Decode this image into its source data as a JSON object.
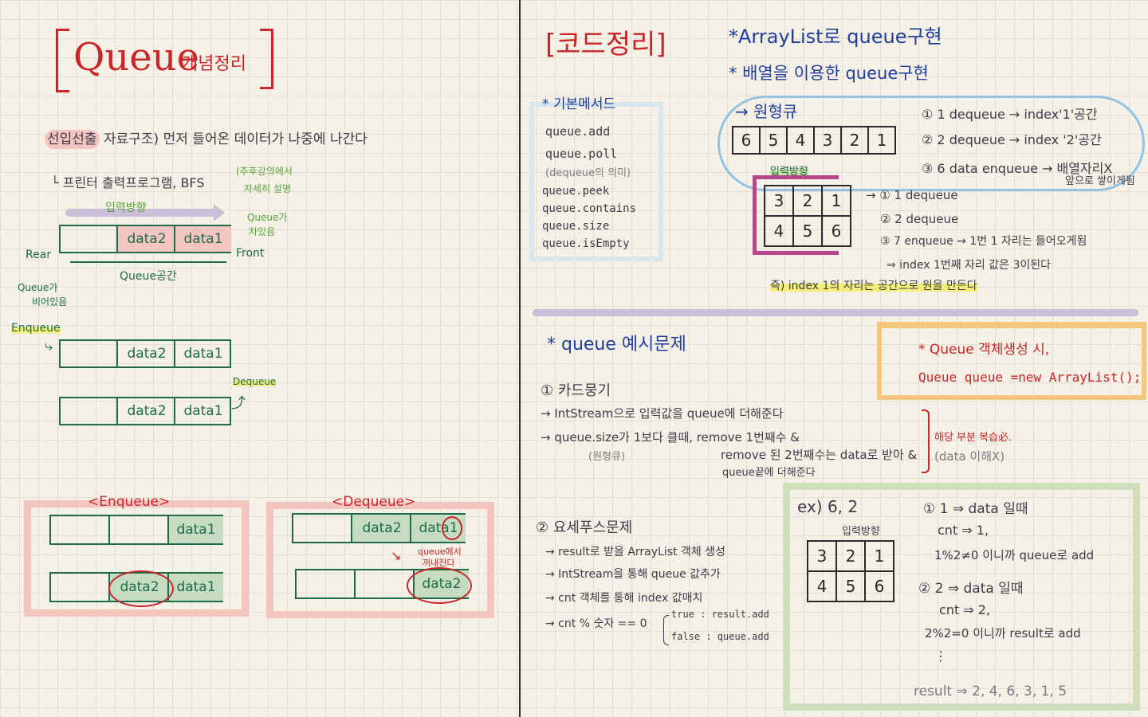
{
  "left": {
    "title": {
      "main": "Queue",
      "sub": "개념정리"
    },
    "definition": {
      "highlight": "선입선출",
      "rest": "자료구조) 먼저 들어온 데이터가 나중에 나간다",
      "usage": "└ 프린터 출력프로그램, BFS",
      "usage_note_line1": "(추후강의에서",
      "usage_note_line2": "자세히 설명"
    },
    "diagram1": {
      "direction_label": "입력방향",
      "cells": [
        "",
        "data2",
        "data1"
      ],
      "rear": "Rear",
      "front": "Front",
      "space": "Queue공간",
      "full_note_line1": "Queue가",
      "full_note_line2": "차있음",
      "empty_note_line1": "Queue가",
      "empty_note_line2": "비어있음"
    },
    "diagram2": {
      "label": "Enqueue",
      "cells": [
        "",
        "data2",
        "data1"
      ]
    },
    "diagram3": {
      "label": "Dequeue",
      "cells": [
        "",
        "data2",
        "data1"
      ]
    },
    "enqueue_panel": {
      "title": "<Enqueue>",
      "row1": [
        "",
        "",
        "data1"
      ],
      "row2": [
        "",
        "data2",
        "data1"
      ]
    },
    "dequeue_panel": {
      "title": "<Dequeue>",
      "row1": [
        "",
        "data2",
        "data1"
      ],
      "row2": [
        "",
        "",
        "data2"
      ],
      "note_line1": "queue에서",
      "note_line2": "꺼내진다"
    }
  },
  "right": {
    "title": "[코드정리]",
    "arraylist_title": "*ArrayList로 queue구현",
    "array_title": "* 배열을 이용한 queue구현",
    "circular": {
      "label": "→ 원형큐",
      "array": [
        "6",
        "5",
        "4",
        "3",
        "2",
        "1"
      ],
      "direction_label": "입력방향",
      "grid": [
        [
          "3",
          "2",
          "1"
        ],
        [
          "4",
          "5",
          "6"
        ]
      ],
      "notes": [
        "① 1 dequeue → index'1'공간",
        "② 2 dequeue → index '2'공간",
        "③ 6 data enqueue → 배열자리X",
        "앞으로 쌓이게됨"
      ],
      "grid_notes": [
        "→ ① 1 dequeue",
        "② 2 dequeue",
        "③ 7 enqueue → 1번 1 자리는 들어오게됨",
        "⇒ index 1번째 자리 값은 3이된다"
      ],
      "conclusion": "즉) index 1의 자리는 공간으로 원을 만든다"
    },
    "methods": {
      "title": "* 기본메서드",
      "items": [
        "queue.add",
        "queue.poll",
        "(dequeue의 의미)",
        "queue.peek",
        "queue.contains",
        "queue.size",
        "queue.isEmpty"
      ]
    },
    "example_title": "* queue 예시문제",
    "problem1": {
      "title": "① 카드뭉기",
      "lines": [
        "→ IntStream으로 입력값을 queue에 더해준다",
        "→ queue.size가 1보다 클때, remove 1번째수 &",
        "(원형큐)",
        "remove 된 2번째수는 data로 받아 &",
        "queue끝에 더해준다"
      ],
      "side_note_line1": "해당 부분 복습必.",
      "side_note_line2": "(data 이해X)"
    },
    "object_note": {
      "line1": "* Queue 객체생성 시,",
      "line2": "Queue queue =new ArrayList();"
    },
    "problem2": {
      "title": "② 요세푸스문제",
      "lines": [
        "→ result로 받을 ArrayList 객체 생성",
        "→ IntStream을 통해 queue 값추가",
        "→ cnt 객체를 통해 index 값매치",
        "→ cnt % 숫자 == 0"
      ],
      "branch_true": "true : result.add",
      "branch_false": "false : queue.add"
    },
    "example_box": {
      "label": "ex) 6, 2",
      "direction_label": "입력방향",
      "grid": [
        [
          "3",
          "2",
          "1"
        ],
        [
          "4",
          "5",
          "6"
        ]
      ],
      "steps": [
        "① 1 ⇒ data 일때",
        "cnt ⇒ 1,",
        "1%2≠0 이니까 queue로 add",
        "② 2 ⇒ data 일때",
        "cnt ⇒ 2,",
        "2%2=0 이니까 result로 add",
        "⋮",
        "result ⇒ 2, 4, 6, 3, 1, 5"
      ]
    }
  }
}
